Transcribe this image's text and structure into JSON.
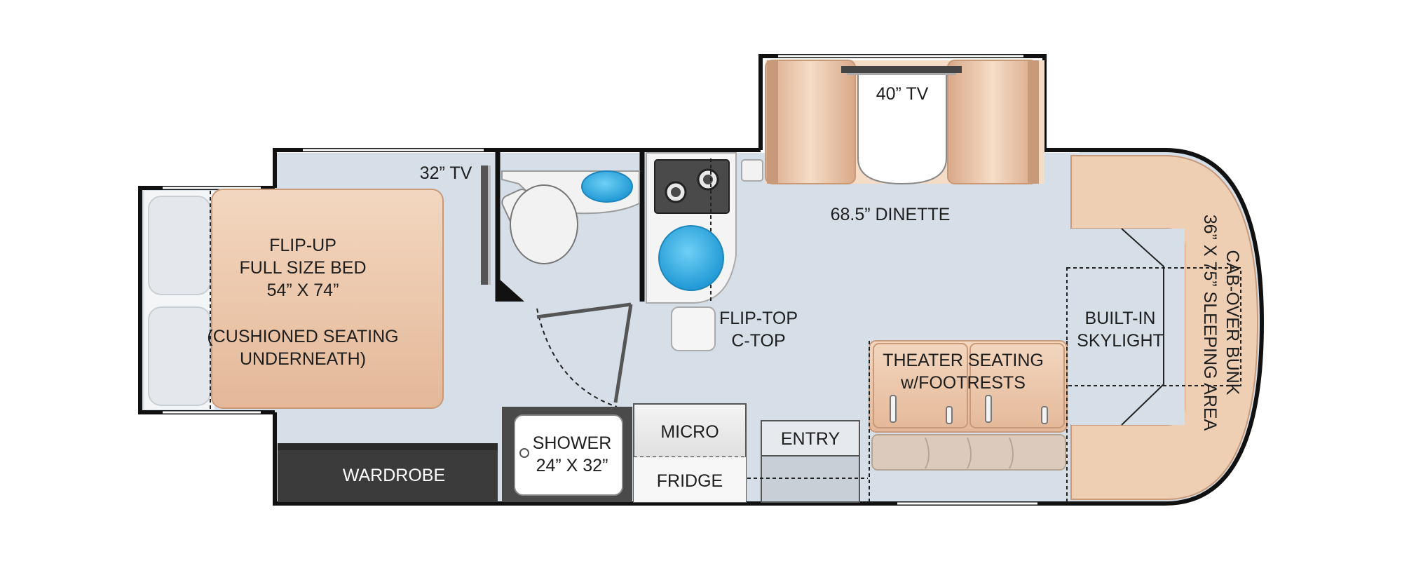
{
  "labels": {
    "bed": {
      "line1": "FLIP-UP",
      "line2": "FULL SIZE BED",
      "line3": "54” X 74”",
      "line4": "(CUSHIONED SEATING",
      "line5": "UNDERNEATH)"
    },
    "rear_tv": "32” TV",
    "wardrobe": "WARDROBE",
    "shower": {
      "line1": "SHOWER",
      "line2": "24” X 32”"
    },
    "micro": "MICRO",
    "fridge": "FRIDGE",
    "entry": "ENTRY",
    "flip_top": {
      "line1": "FLIP-TOP",
      "line2": "C-TOP"
    },
    "dinette_tv": "40” TV",
    "dinette": "68.5” DINETTE",
    "theater": {
      "line1": "THEATER SEATING",
      "line2": "w/FOOTRESTS"
    },
    "skylight": {
      "line1": "BUILT-IN",
      "line2": "SKYLIGHT"
    },
    "cab_over": {
      "line1": "CAB-OVER BUNK",
      "line2": "36” X 75” SLEEPING AREA"
    }
  },
  "colors": {
    "floor": "#d6dee7",
    "wall": "#111111",
    "cushion": "#efcfb4",
    "cushion_dark": "#d8ab8a",
    "sink": "#45b8ec",
    "wardrobe": "#3b3b3b",
    "white_pillow": "#e7eaee"
  }
}
